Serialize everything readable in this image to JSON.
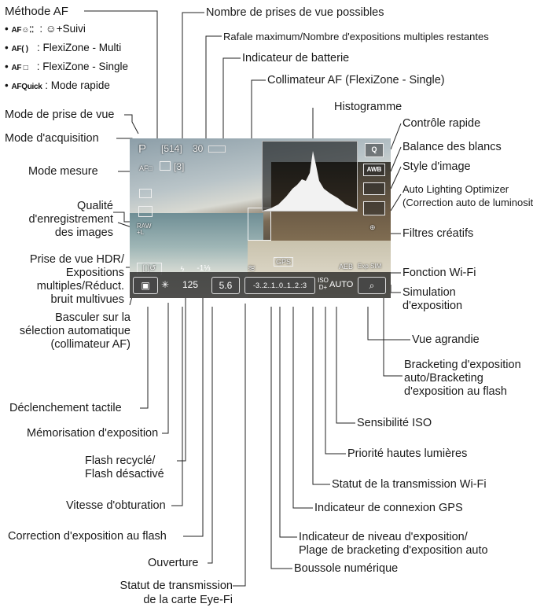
{
  "labels": {
    "methode_af": "Méthode AF",
    "nombre_prises": "Nombre de prises de vue possibles",
    "rafale": "Rafale maximum/Nombre d'expositions multiples restantes",
    "batterie": "Indicateur de batterie",
    "collimateur": "Collimateur AF (FlexiZone - Single)",
    "histogramme": "Histogramme",
    "controle_rapide": "Contrôle rapide",
    "balance_blancs": "Balance des blancs",
    "style_image": "Style d'image",
    "alo_1": "Auto Lighting Optimizer",
    "alo_2": "(Correction auto de luminosité)",
    "filtres": "Filtres créatifs",
    "wifi": "Fonction Wi-Fi",
    "simulation_1": "Simulation",
    "simulation_2": "d'exposition",
    "vue_agrandie": "Vue agrandie",
    "bracketing_1": "Bracketing d'exposition",
    "bracketing_2": "auto/Bracketing",
    "bracketing_3": "d'exposition au flash",
    "iso": "Sensibilité ISO",
    "priorite": "Priorité hautes lumières",
    "statut_wifi": "Statut de la transmission Wi-Fi",
    "gps": "Indicateur de connexion GPS",
    "niveau_1": "Indicateur de niveau d'exposition/",
    "niveau_2": "Plage de bracketing d'exposition auto",
    "boussole": "Boussole numérique",
    "eyefi_1": "Statut de transmission",
    "eyefi_2": "de la carte Eye-Fi",
    "ouverture": "Ouverture",
    "corr_flash": "Correction d'exposition au flash",
    "vitesse": "Vitesse d'obturation",
    "flash_1": "Flash recyclé/",
    "flash_2": "Flash désactivé",
    "memorisation": "Mémorisation d'exposition",
    "tactile": "Déclenchement tactile",
    "basculer_1": "Basculer sur la",
    "basculer_2": "sélection automatique",
    "basculer_3": "(collimateur AF)",
    "hdr_1": "Prise de vue HDR/",
    "hdr_2": "Expositions",
    "hdr_3": "multiples/Réduct.",
    "hdr_4": "bruit multivues",
    "qualite_1": "Qualité",
    "qualite_2": "d'enregistrement",
    "qualite_3": "des images",
    "mesure": "Mode mesure",
    "acquisition": "Mode d'acquisition",
    "prise_vue": "Mode de prise de vue"
  },
  "af_methods": [
    {
      "code": "AF☺⁚⁚",
      "desc": ": ☺+Suivi"
    },
    {
      "code": "AF( )",
      "desc": ": FlexiZone - Multi"
    },
    {
      "code": "AF □",
      "desc": ": FlexiZone - Single"
    },
    {
      "code": "AFQuick",
      "desc": ": Mode rapide"
    }
  ],
  "screen": {
    "shots": "[514]",
    "burst": "30",
    "mode": "P",
    "drive_count": "[3]",
    "shutter": "125",
    "aperture": "5.6",
    "flash_comp": "-1⅓",
    "iso": "AUTO",
    "scale": "-3..2..1..0..1..2.:3",
    "gps": "GPS",
    "q": "Q",
    "awb": "AWB",
    "aeb": "AEB",
    "expsim": "Exp.SIM"
  }
}
